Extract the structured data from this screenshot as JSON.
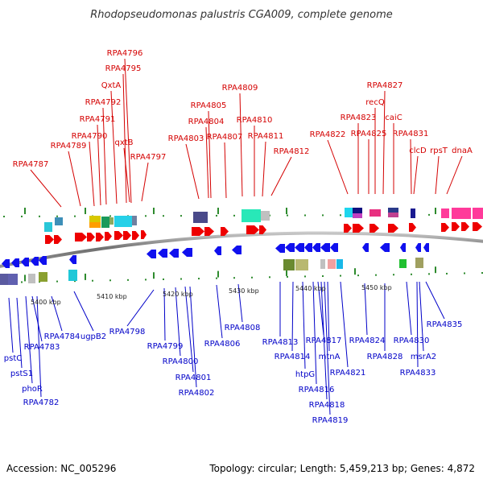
{
  "title": "Rhodopseudomonas palustris CGA009, complete genome",
  "footer": {
    "accession": "Accession: NC_005296",
    "summary": "Topology: circular; Length: 5,459,213 bp; Genes: 4,872"
  },
  "colors": {
    "top_labels": "#d40000",
    "bottom_labels": "#0000c8",
    "forward_arrows": "#ee0000",
    "reverse_arrows": "#1010ee",
    "tick_marks": "#2e8b2e"
  },
  "tick_labels": [
    "5400 kbp",
    "5410 kbp",
    "5420 kbp",
    "5430 kbp",
    "5440 kbp",
    "5450 kbp"
  ],
  "top_genes": [
    "RPA4787",
    "RPA4789",
    "RPA4790",
    "RPA4791",
    "RPA4792",
    "QxtA",
    "RPA4795",
    "RPA4796",
    "qxtB",
    "RPA4797",
    "RPA4803",
    "RPA4804",
    "RPA4805",
    "RPA4807",
    "RPA4809",
    "RPA4810",
    "RPA4811",
    "RPA4812",
    "RPA4822",
    "RPA4823",
    "recQ",
    "RPA4827",
    "RPA4825",
    "caiC",
    "RPA4831",
    "clcD",
    "rpsT",
    "dnaA"
  ],
  "bottom_genes": [
    "pstC",
    "pstS1",
    "phoR",
    "RPA4782",
    "RPA4783",
    "RPA4784",
    "ugpB2",
    "RPA4798",
    "RPA4799",
    "RPA4800",
    "RPA4801",
    "RPA4802",
    "RPA4806",
    "RPA4808",
    "RPA4813",
    "RPA4814",
    "htpG",
    "RPA4816",
    "RPA4817",
    "RPA4818",
    "RPA4819",
    "mtnA",
    "RPA4821",
    "RPA4824",
    "RPA4828",
    "RPA4830",
    "RPA4833",
    "msrA2",
    "RPA4835"
  ]
}
